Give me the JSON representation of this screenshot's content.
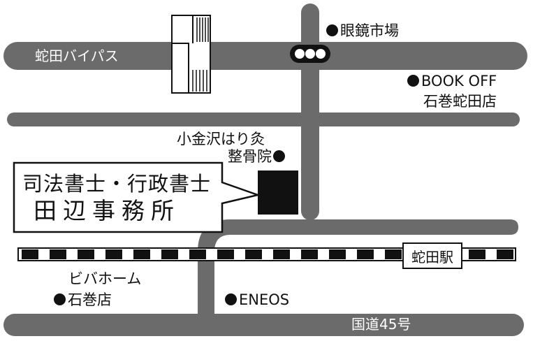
{
  "colors": {
    "road": "#6b6b6b",
    "ink": "#111111",
    "paper": "#ffffff"
  },
  "roads": {
    "bypass": "蛇田バイパス",
    "national": "国道45号"
  },
  "landmarks": {
    "megane": "眼鏡市場",
    "bookoff_line1": "BOOK OFF",
    "bookoff_line2": "石巻蛇田店",
    "seikotsu_line1": "小金沢はり灸",
    "seikotsu_line2": "整骨院",
    "bibahome_line1": "ビバホーム",
    "bibahome_line2": "石巻店",
    "eneos": "ENEOS"
  },
  "station": {
    "name": "蛇田駅"
  },
  "office": {
    "line1": "司法書士・行政書士",
    "line2": "田辺事務所"
  },
  "icons": {
    "traffic_light": "traffic-light-icon",
    "bullet": "bullet-icon",
    "overpass": "stairs-overpass-icon"
  }
}
